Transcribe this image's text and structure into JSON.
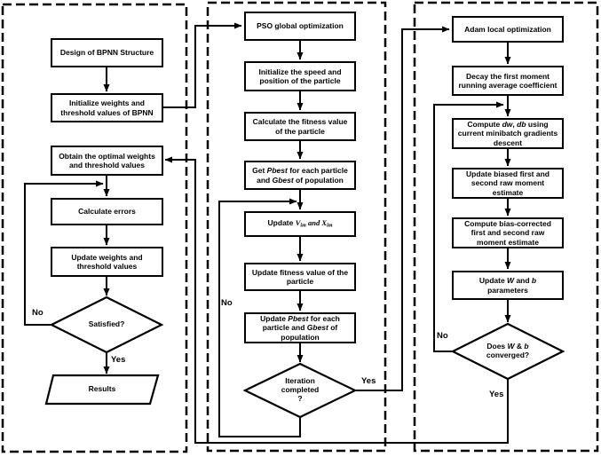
{
  "colors": {
    "line": "#000000",
    "background": "#ffffff"
  },
  "left": {
    "design": "Design of BPNN Structure",
    "init": [
      {
        "t": "Initialize weights and"
      },
      {
        "br": true
      },
      {
        "t": "threshold values of BPNN"
      }
    ],
    "obtain": [
      {
        "t": "Obtain the optimal weights"
      },
      {
        "br": true
      },
      {
        "t": "and threshold values"
      }
    ],
    "calc_errors": "Calculate errors",
    "update_weights": [
      {
        "t": "Update weights and"
      },
      {
        "br": true
      },
      {
        "t": "threshold values"
      }
    ],
    "satisfied": "Satisfied?",
    "results": "Results",
    "yes": "Yes",
    "no": "No"
  },
  "middle": {
    "pso": "PSO global optimization",
    "init_particle": [
      {
        "t": "Initialize the speed and"
      },
      {
        "br": true
      },
      {
        "t": "position of the particle"
      }
    ],
    "calc_fitness": [
      {
        "t": "Calculate the fitness value"
      },
      {
        "br": true
      },
      {
        "t": "of the particle"
      }
    ],
    "get_best": [
      {
        "t": "Get "
      },
      {
        "t": "Pbest",
        "i": true
      },
      {
        "t": " for each particle"
      },
      {
        "br": true
      },
      {
        "t": "and "
      },
      {
        "t": "Gbest",
        "i": true
      },
      {
        "t": " of population"
      }
    ],
    "update_vx": [
      {
        "t": "Update "
      },
      {
        "t": "V",
        "i": true,
        "serif": true
      },
      {
        "t": "im",
        "i": true,
        "serif": true,
        "sub": true
      },
      {
        "t": " and ",
        "i": true,
        "serif": true
      },
      {
        "t": "X",
        "i": true,
        "serif": true
      },
      {
        "t": "im",
        "i": true,
        "serif": true,
        "sub": true
      }
    ],
    "update_fitness": [
      {
        "t": "Update fitness value of the"
      },
      {
        "br": true
      },
      {
        "t": "particle"
      }
    ],
    "update_best": [
      {
        "t": "Update "
      },
      {
        "t": "Pbest",
        "i": true
      },
      {
        "t": " for each"
      },
      {
        "br": true
      },
      {
        "t": "particle and "
      },
      {
        "t": "Gbest",
        "i": true
      },
      {
        "t": " of"
      },
      {
        "br": true
      },
      {
        "t": "population"
      }
    ],
    "iteration": [
      {
        "t": "Iteration"
      },
      {
        "br": true
      },
      {
        "t": "completed"
      },
      {
        "br": true
      },
      {
        "t": "?"
      }
    ],
    "yes": "Yes",
    "no": "No"
  },
  "right": {
    "adam": "Adam local optimization",
    "decay": [
      {
        "t": "Decay the first moment"
      },
      {
        "br": true
      },
      {
        "t": "running average coefficient"
      }
    ],
    "compute_grad": [
      {
        "t": "Compute "
      },
      {
        "t": "dw",
        "i": true
      },
      {
        "t": ", "
      },
      {
        "t": "db",
        "i": true
      },
      {
        "t": " using"
      },
      {
        "br": true
      },
      {
        "t": "current minibatch gradients"
      },
      {
        "br": true
      },
      {
        "t": "descent"
      }
    ],
    "update_biased": [
      {
        "t": "Update biased first and"
      },
      {
        "br": true
      },
      {
        "t": "second raw moment"
      },
      {
        "br": true
      },
      {
        "t": "estimate"
      }
    ],
    "compute_corrected": [
      {
        "t": "Compute bias-corrected"
      },
      {
        "br": true
      },
      {
        "t": "first and second raw"
      },
      {
        "br": true
      },
      {
        "t": "moment estimate"
      }
    ],
    "update_params": [
      {
        "t": "Update "
      },
      {
        "t": "W",
        "i": true
      },
      {
        "t": " and "
      },
      {
        "t": "b",
        "i": true
      },
      {
        "br": true
      },
      {
        "t": "parameters"
      }
    ],
    "converged": [
      {
        "t": "Does "
      },
      {
        "t": "W",
        "i": true
      },
      {
        "t": " & "
      },
      {
        "t": "b",
        "i": true
      },
      {
        "br": true
      },
      {
        "t": "converged?"
      }
    ],
    "yes": "Yes",
    "no": "No"
  }
}
